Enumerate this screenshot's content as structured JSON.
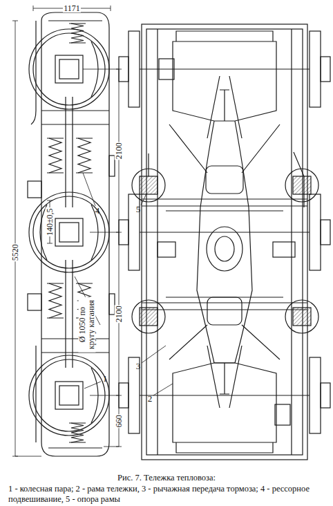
{
  "diagram": {
    "title": "Рис. 7. Тележка тепловоза:",
    "caption": "1 - колесная пара; 2 - рама тележки, 3 - рычажная передача тормоза; 4 - рессорное подвешивание, 5 - опора рамы",
    "labels": [
      "1171",
      "140±0,5",
      "5520",
      "2100",
      "2100",
      "Ø 1050 по кругу катания",
      "660",
      "5",
      "4",
      "3",
      "2",
      "1"
    ]
  }
}
